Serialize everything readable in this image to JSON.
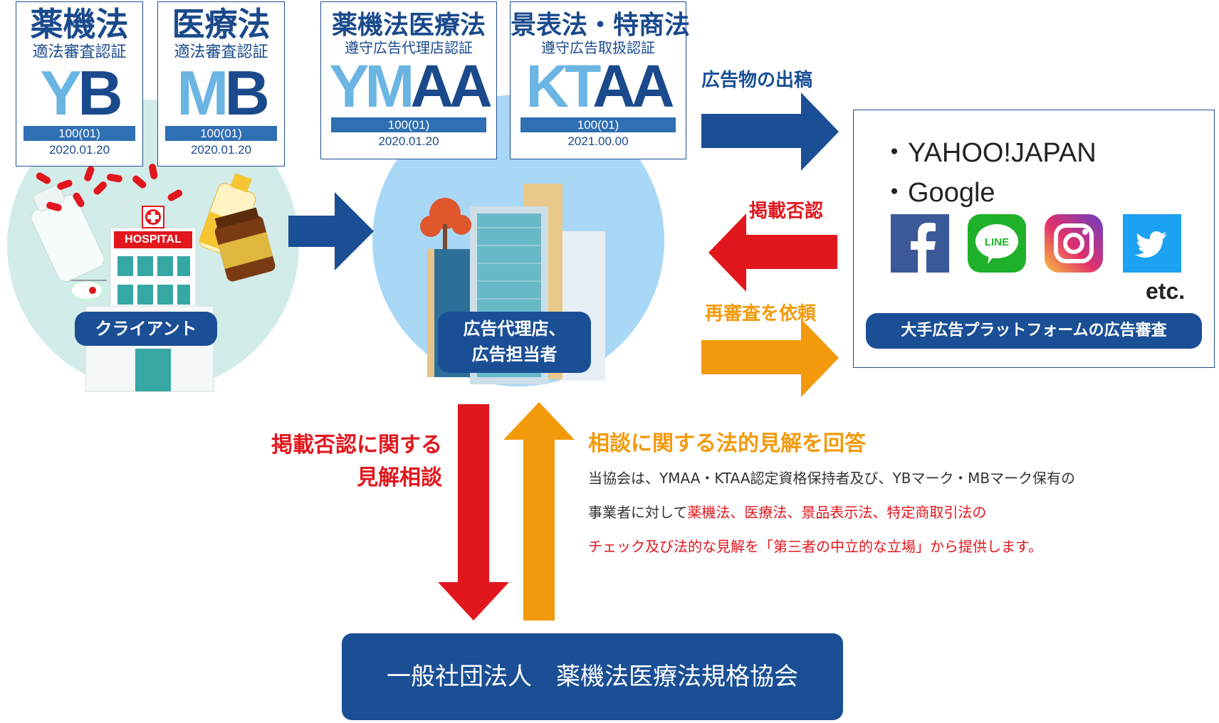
{
  "badges": [
    {
      "title": "薬機法",
      "subtitle": "適法審査認証",
      "mark_a": "Y",
      "mark_b": "B",
      "number": "100(01)",
      "date": "2020.01.20"
    },
    {
      "title": "医療法",
      "subtitle": "適法審査認証",
      "mark_a": "M",
      "mark_b": "B",
      "number": "100(01)",
      "date": "2020.01.20"
    },
    {
      "title": "薬機法医療法",
      "subtitle": "遵守広告代理店認証",
      "mark_a": "YM",
      "mark_b": "AA",
      "number": "100(01)",
      "date": "2020.01.20"
    },
    {
      "title": "景表法・特商法",
      "subtitle": "遵守広告取扱認証",
      "mark_a": "KT",
      "mark_b": "AA",
      "number": "100(01)",
      "date": "2021.00.00"
    }
  ],
  "client": {
    "hospital_sign": "HOSPITAL",
    "label": "クライアント"
  },
  "agency": {
    "label_line1": "広告代理店、",
    "label_line2": "広告担当者"
  },
  "platform": {
    "items": [
      "・YAHOO!JAPAN",
      "・Google"
    ],
    "icons": [
      "facebook-icon",
      "line-icon",
      "instagram-icon",
      "twitter-icon"
    ],
    "line_text": "LINE",
    "etc": "etc.",
    "caption": "大手広告プラットフォームの広告審査"
  },
  "arrows": {
    "publish": "広告物の出稿",
    "reject": "掲載否認",
    "rereview": "再審査を依頼",
    "consult_line1": "掲載否認に関する",
    "consult_line2": "見解相談",
    "answer": "相談に関する法的見解を回答"
  },
  "description": {
    "line1": "当協会は、YMAA・KTAA認定資格保持者及び、YBマーク・MBマーク保有の",
    "line2_plain": "事業者に対して",
    "line2_red": "薬機法、医療法、景品表示法、特定商取引法の",
    "line3_red": "チェック及び法的な見解を「第三者の中立的な立場」から提供します。"
  },
  "association": {
    "name": "一般社団法人　薬機法医療法規格協会"
  },
  "colors": {
    "navy": "#1a4f95",
    "red": "#e2161d",
    "orange": "#f29a0c",
    "circle_client": "#d2ece9",
    "circle_agency": "#a9d7f6"
  }
}
